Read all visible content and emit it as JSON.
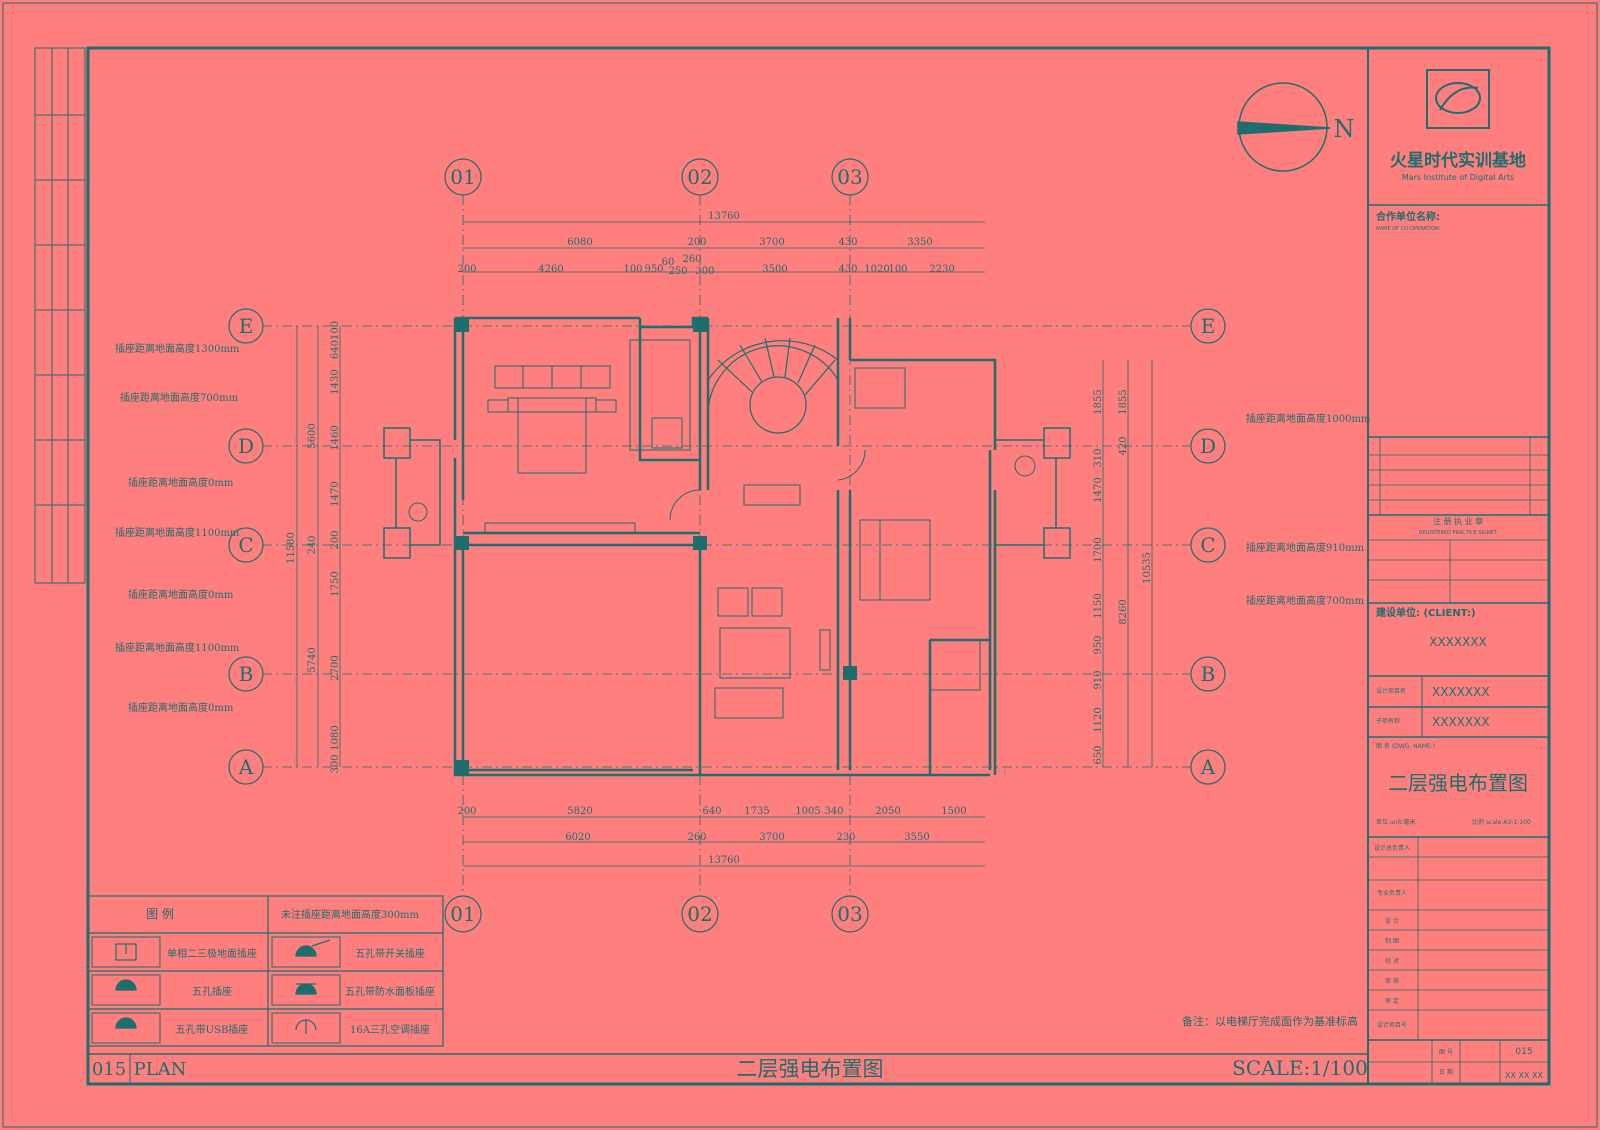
{
  "drawing": {
    "title_bottom": "二层强电布置图",
    "sheet_no": "015",
    "sheet_label": "PLAN",
    "scale": "SCALE:1/100",
    "note": "备注：以电梯厅完成面作为基准标高",
    "north": "N"
  },
  "grid": {
    "columns": [
      "01",
      "02",
      "03"
    ],
    "rows": [
      "E",
      "D",
      "C",
      "B",
      "A"
    ]
  },
  "dimensions": {
    "total_top": "13760",
    "top_row1": [
      "6080",
      "200",
      "3700",
      "430",
      "3350"
    ],
    "top_row2": [
      "200",
      "4260",
      "100",
      "950",
      "60",
      "250",
      "260",
      "300",
      "3500",
      "430",
      "1020",
      "100",
      "2230"
    ],
    "total_bottom": "13760",
    "bottom_row1": [
      "200",
      "5820",
      "640",
      "1735",
      "1005",
      "340",
      "2050",
      "1500"
    ],
    "bottom_row2": [
      "6020",
      "260",
      "3700",
      "230",
      "3550"
    ],
    "left_total": "11580",
    "left_sub": [
      "5600",
      "5740"
    ],
    "left_detail": [
      "640100",
      "1430",
      "1460",
      "1470",
      "240",
      "200",
      "1750",
      "2700",
      "1080",
      "300"
    ],
    "right_total": "10535",
    "right_sub": [
      "1855",
      "8260"
    ],
    "right_detail": [
      "1855",
      "310",
      "420",
      "1470",
      "1700",
      "1150",
      "950",
      "910",
      "1120",
      "650"
    ]
  },
  "annotations_left": [
    "插座距离地面高度1300mm",
    "插座距离地面高度700mm",
    "插座距离地面高度0mm",
    "插座距离地面高度1100mm",
    "插座距离地面高度0mm",
    "插座距离地面高度1100mm",
    "插座距离地面高度0mm"
  ],
  "annotations_right": [
    "插座距离地面高度1000mm",
    "插座距离地面高度910mm",
    "插座距离地面高度700mm"
  ],
  "legend": {
    "title": "图 例",
    "header_note": "未注插座距离地面高度300mm",
    "items": [
      "单相二三极地面插座",
      "五孔带开关插座",
      "五孔插座",
      "五孔带防水面板插座",
      "五孔带USB插座",
      "16A三孔空调插座"
    ]
  },
  "title_block": {
    "company": "火星时代实训基地",
    "company_en": "Mars Institute of Digital Arts",
    "cooperation_label": "合作单位名称:",
    "cooperation_en": "NAME OF CO-OPERATION:",
    "registered_stamp": "注 册 执 业 章",
    "registered_stamp_en": "REGISTERED PRACTICE SIGNET",
    "client_label": "建设单位: (CLIENT:)",
    "client_value": "XXXXXXX",
    "project_label": "设计项目名",
    "project_value": "XXXXXXX",
    "sub_project_label": "子项名称",
    "sub_project_value": "XXXXXXX",
    "drawing_name_label": "图 名 (DWG. NAME:)",
    "drawing_name": "二层强电布置图",
    "unit": "单位 unit:毫米",
    "scale": "比例 scale:A3-1:100",
    "rows": [
      "设计总负责人",
      "专业负责人",
      "设 计",
      "制 图",
      "校 对",
      "审 核",
      "审 定",
      "设计项目号"
    ],
    "sheet_no_label": "图 号",
    "sheet_no": "015",
    "date_label": "日 期",
    "date": "XX XX XX"
  },
  "colors": {
    "background": "#ff7f7f",
    "line": "#1e6e6e"
  }
}
